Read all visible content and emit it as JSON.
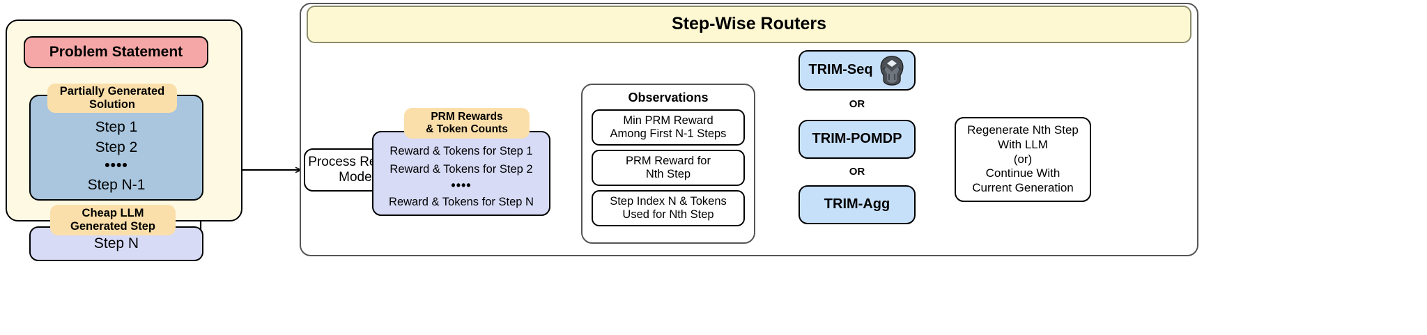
{
  "title": "Step-Wise Routers",
  "colors": {
    "panel_bg": "#fdf9e3",
    "problem": "#f4a7a6",
    "chip": "#fbdfab",
    "solution": "#a9c6de",
    "lavender": "#d7dbf6",
    "trim": "#c7e0fa",
    "title_bg": "#fdf8d2"
  },
  "input_panel": {
    "problem_statement": "Problem Statement",
    "partial_solution_chip": [
      "Partially Generated",
      "Solution"
    ],
    "solution_steps": [
      "Step 1",
      "Step 2",
      "••••",
      "Step N-1"
    ],
    "cheap_chip": [
      "Cheap LLM",
      "Generated Step"
    ],
    "step_n": "Step N"
  },
  "pipeline": {
    "process_reward_model": [
      "Process Reward",
      "Model"
    ],
    "prm_chip": [
      "PRM Rewards",
      "& Token Counts"
    ],
    "rewards": [
      "Reward & Tokens for Step 1",
      "Reward & Tokens for Step 2",
      "••••",
      "Reward & Tokens for Step N"
    ]
  },
  "observations": {
    "title": "Observations",
    "items": [
      [
        "Min PRM Reward",
        "Among First N-1 Steps"
      ],
      [
        "PRM Reward for",
        "Nth Step"
      ],
      [
        "Step Index N & Tokens",
        "Used for Nth Step"
      ]
    ]
  },
  "routers": {
    "seq": "TRIM-Seq",
    "pomdp": "TRIM-POMDP",
    "agg": "TRIM-Agg",
    "or_1": "OR",
    "or_2": "OR",
    "seq_icon": "autobot-icon"
  },
  "output": {
    "lines": [
      "Regenerate Nth Step",
      "With LLM",
      "(or)",
      "Continue With",
      "Current Generation"
    ]
  }
}
